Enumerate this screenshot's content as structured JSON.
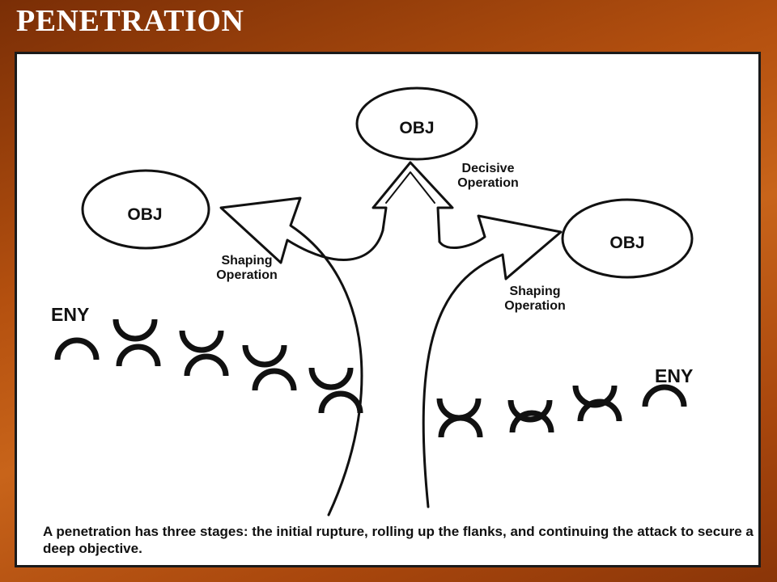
{
  "title": "PENETRATION",
  "objectives": [
    {
      "id": "obj-top",
      "label": "OBJ"
    },
    {
      "id": "obj-left",
      "label": "OBJ"
    },
    {
      "id": "obj-right",
      "label": "OBJ"
    }
  ],
  "operations": {
    "decisive": [
      "Decisive",
      "Operation"
    ],
    "shaping_left": [
      "Shaping",
      "Operation"
    ],
    "shaping_right": [
      "Shaping",
      "Operation"
    ]
  },
  "enemy": {
    "left": "ENY",
    "right": "ENY"
  },
  "caption": "A penetration has three stages: the initial rupture, rolling up the flanks, and continuing the attack to secure a deep objective."
}
